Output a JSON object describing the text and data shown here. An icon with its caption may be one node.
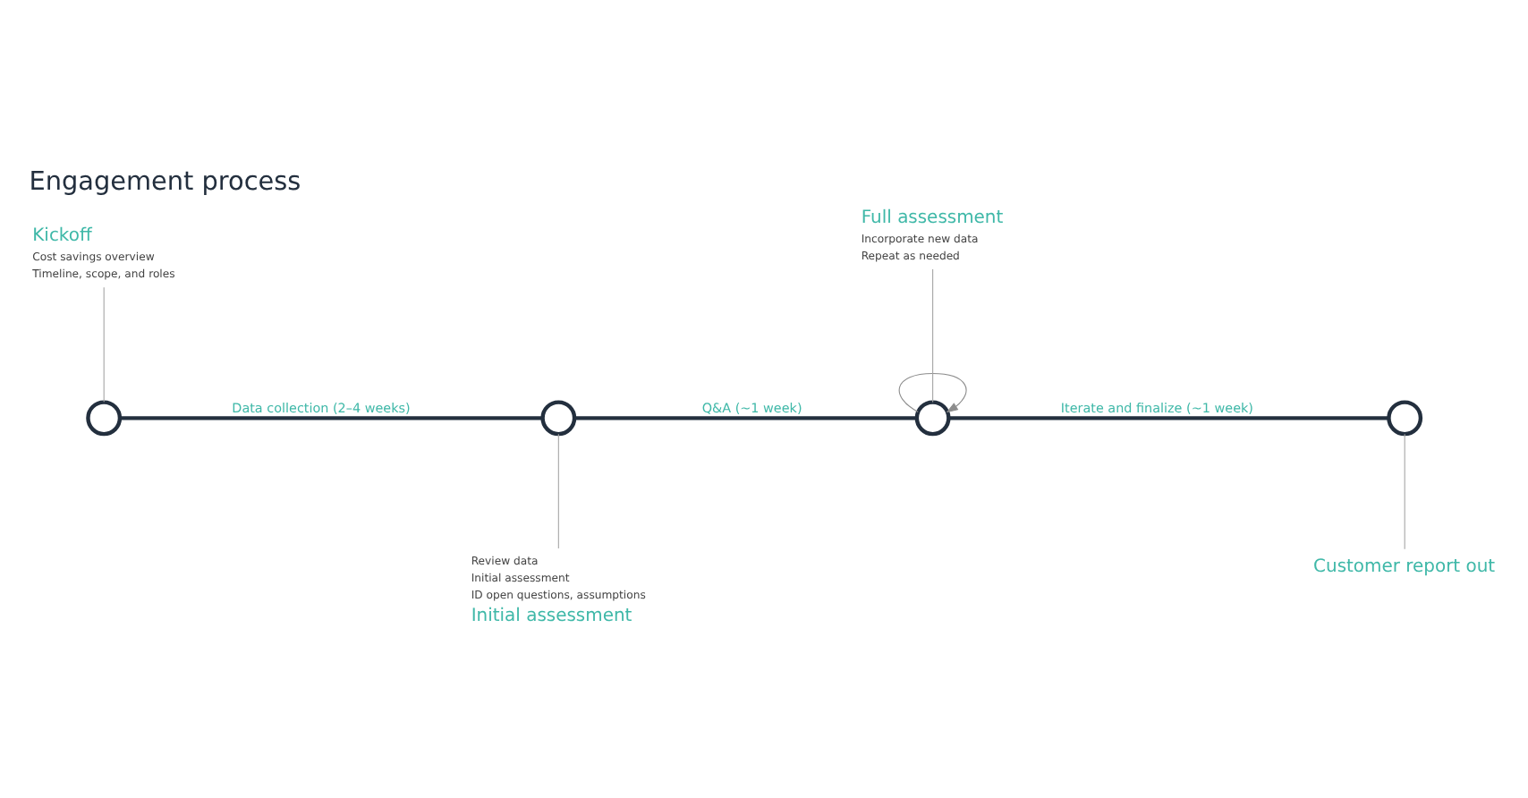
{
  "diagram": {
    "title": "Engagement process",
    "nodes": [
      {
        "text": [],
        "shape": "circle"
      },
      {
        "text": [],
        "shape": "circle"
      },
      {
        "text": [],
        "shape": "circle"
      },
      {
        "text": [],
        "shape": "circle"
      },
      {
        "text": [
          "Kickoff",
          "Cost savings overview",
          "Timeline, scope, and roles"
        ]
      },
      {
        "text": [
          "Review data",
          "Initial assessment",
          "ID open questions, assumptions",
          "Initial assessment"
        ]
      },
      {
        "text": [
          "Full assessment",
          "Incorporate new data",
          "Repeat as needed"
        ]
      },
      {
        "text": [
          "Customer report out"
        ]
      }
    ],
    "edges": [
      {
        "from": 0,
        "to": 1,
        "arrow": "none",
        "label": "Data collection (2–4 weeks)",
        "style": "thick",
        "color": "#232f3e"
      },
      {
        "from": 1,
        "to": 2,
        "arrow": "none",
        "label": "Q&A (~1 week)",
        "style": "thick",
        "color": "#232f3e"
      },
      {
        "from": 2,
        "to": 3,
        "arrow": "none",
        "label": "Iterate and finalize (~1 week)",
        "style": "thick",
        "color": "#232f3e"
      },
      {
        "from": 2,
        "to": 2,
        "arrow": "to",
        "color": "#8c8c8c"
      },
      {
        "from": 4,
        "to": 0,
        "arrow": "none",
        "color": "#a6a6a6"
      },
      {
        "from": 5,
        "to": 1,
        "arrow": "none",
        "color": "#a6a6a6"
      },
      {
        "from": 6,
        "to": 2,
        "arrow": "none",
        "color": "#a6a6a6"
      },
      {
        "from": 7,
        "to": 3,
        "arrow": "none",
        "color": "#a6a6a6"
      }
    ]
  }
}
